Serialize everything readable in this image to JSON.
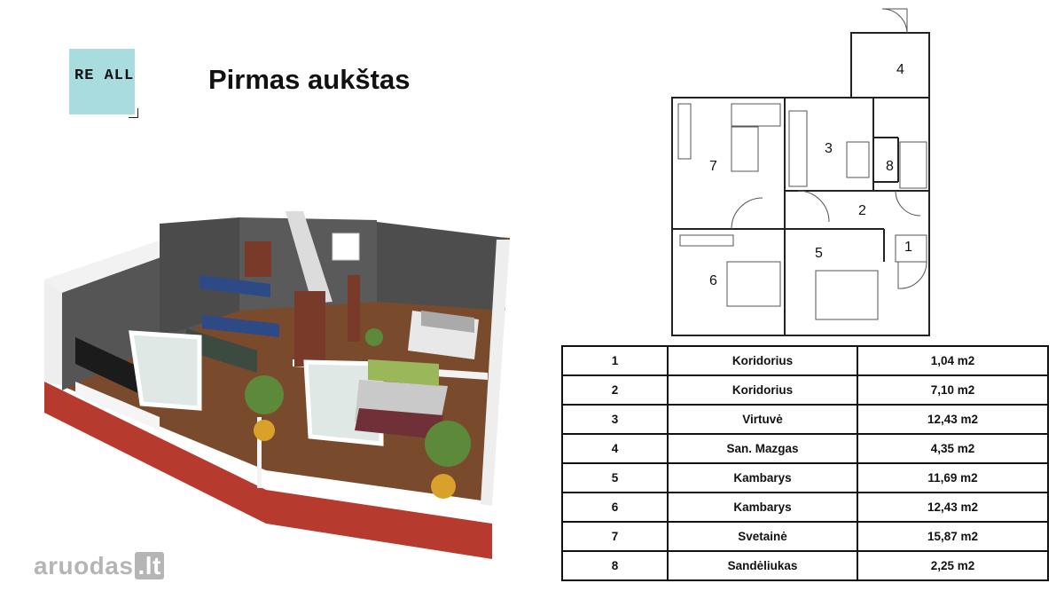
{
  "brand": {
    "logo_text": "RE ALL"
  },
  "page_title": "Pirmas aukštas",
  "plan_labels": [
    "1",
    "2",
    "3",
    "4",
    "5",
    "6",
    "7",
    "8"
  ],
  "rooms": [
    {
      "no": "1",
      "name": "Koridorius",
      "area": "1,04 m2"
    },
    {
      "no": "2",
      "name": "Koridorius",
      "area": "7,10 m2"
    },
    {
      "no": "3",
      "name": "Virtuvė",
      "area": "12,43 m2"
    },
    {
      "no": "4",
      "name": "San. Mazgas",
      "area": "4,35 m2"
    },
    {
      "no": "5",
      "name": "Kambarys",
      "area": "11,69 m2"
    },
    {
      "no": "6",
      "name": "Kambarys",
      "area": "12,43 m2"
    },
    {
      "no": "7",
      "name": "Svetainė",
      "area": "15,87 m2"
    },
    {
      "no": "8",
      "name": "Sandėliukas",
      "area": "2,25 m2"
    }
  ],
  "watermark": {
    "main": "aruodas",
    "suffix": ".lt"
  }
}
